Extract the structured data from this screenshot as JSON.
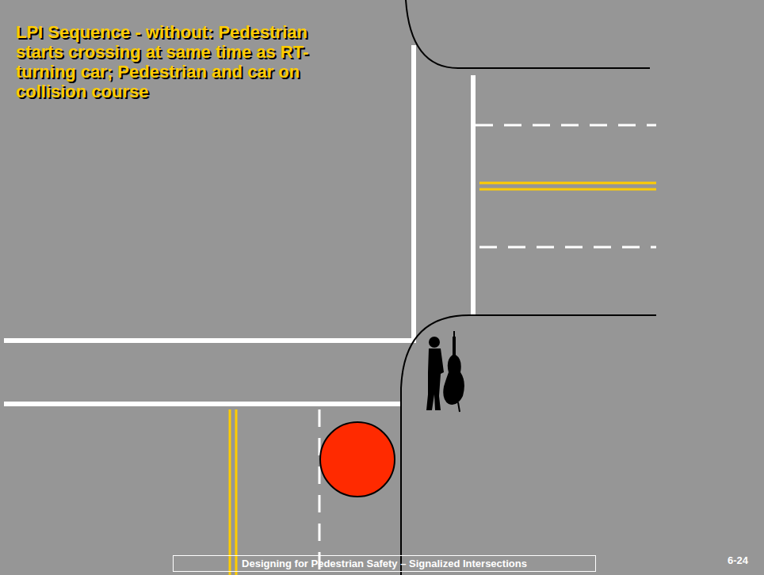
{
  "diagram": {
    "title": "LPI Sequence - without: Pedestrian starts crossing at same time as RT-turning car; Pedestrian and car on collision course",
    "nodes": [
      {
        "text": [
          "Designing for Pedestrian Safety – Signalized Intersections"
        ]
      }
    ],
    "labels": [
      "6-24"
    ]
  }
}
